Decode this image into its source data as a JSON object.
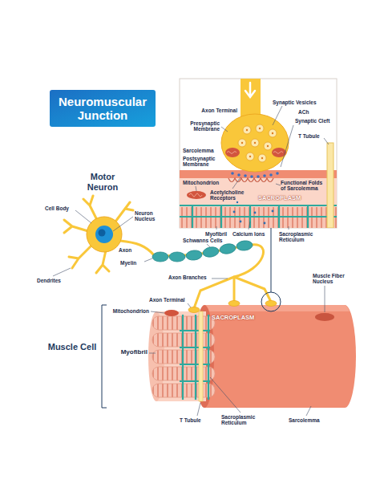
{
  "diagram": {
    "title": "Neuromuscular Junction",
    "labels": [
      "Axon Terminal",
      "Synaptic Vesicles",
      "ACh",
      "Presynaptic Membrane",
      "Synaptic Cleft",
      "T Tubule",
      "Sarcolemma",
      "Postsynaptic Membrane",
      "Mitochondrion",
      "Acetylcholine Receptors",
      "SACROPLASM",
      "Functional Folds of Sarcolemma",
      "Myofibril",
      "Calcium Ions",
      "Sacroplasmic Reticulum",
      "Motor Neuron",
      "Cell Body",
      "Neuron Nucleus",
      "Dendrites",
      "Axon",
      "Schwanns Cells",
      "Myelin",
      "Axon Branches",
      "Axon Terminal",
      "Muscle Fiber Nucleus",
      "Muscle Cell",
      "Mitochondrion",
      "Myofibril",
      "SACROPLASM",
      "T Tubule",
      "Sacroplasmic Reticulum",
      "Sarcolemma"
    ]
  }
}
